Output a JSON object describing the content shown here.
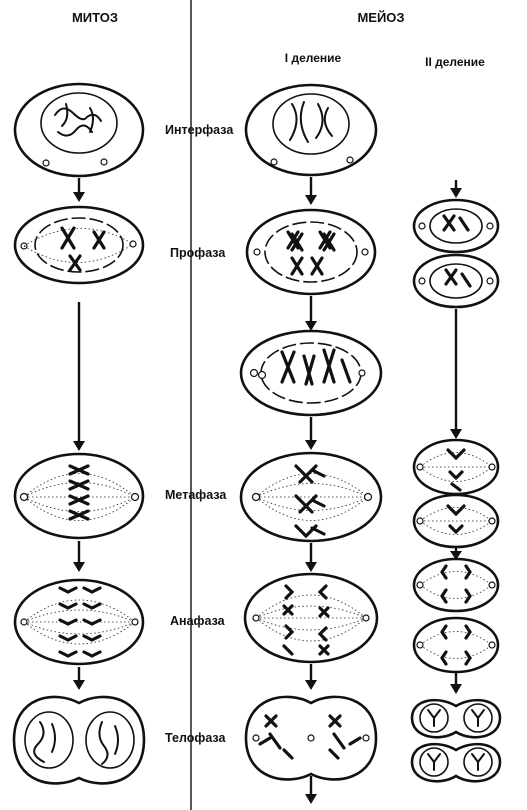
{
  "headers": {
    "mitosis": "МИТОЗ",
    "meiosis": "МЕЙОЗ",
    "division_1": "I деление",
    "division_2": "II деление"
  },
  "phases": {
    "interphase": "Интерфаза",
    "prophase": "Профаза",
    "metaphase": "Метафаза",
    "anaphase": "Анафаза",
    "telophase": "Телофаза"
  }
}
